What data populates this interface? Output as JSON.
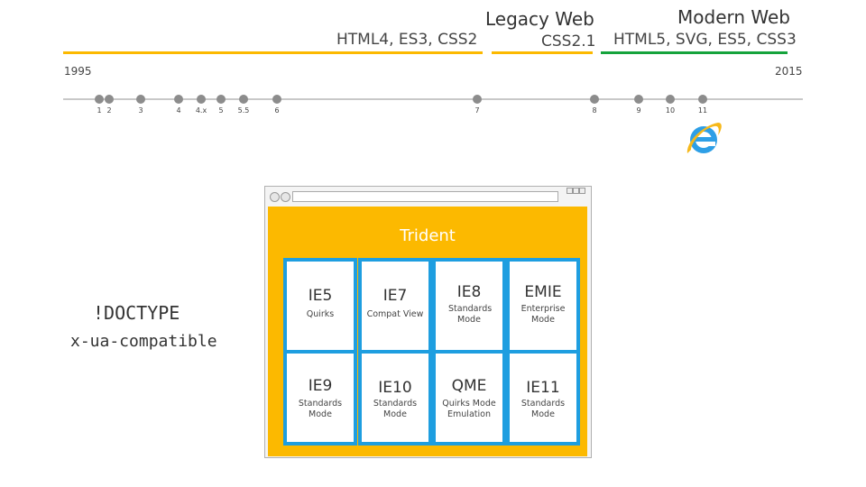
{
  "eras": {
    "legacy": {
      "title": "Legacy Web",
      "css": "CSS2.1",
      "html": "HTML4, ES3, CSS2",
      "colors": {
        "bar": "#fcb900"
      }
    },
    "modern": {
      "title": "Modern Web",
      "stack": "HTML5, SVG, ES5, CSS3",
      "colors": {
        "bar": "#15a33c"
      }
    }
  },
  "timeline": {
    "start_year": "1995",
    "end_year": "2015",
    "versions": [
      "1",
      "2",
      "3",
      "4",
      "4.x",
      "5",
      "5.5",
      "6",
      "7",
      "8",
      "9",
      "10",
      "11"
    ]
  },
  "left_labels": {
    "doctype": "!DOCTYPE",
    "ua": "x-ua-compatible"
  },
  "engine": {
    "title": "Trident",
    "modes": [
      {
        "name": "IE5",
        "desc": "Quirks"
      },
      {
        "name": "IE7",
        "desc": "Compat View"
      },
      {
        "name": "IE8",
        "desc": "Standards Mode"
      },
      {
        "name": "EMIE",
        "desc": "Enterprise Mode"
      },
      {
        "name": "IE9",
        "desc": "Standards Mode"
      },
      {
        "name": "IE10",
        "desc": "Standards Mode"
      },
      {
        "name": "QME",
        "desc": "Quirks Mode Emulation"
      },
      {
        "name": "IE11",
        "desc": "Standards Mode"
      }
    ],
    "colors": {
      "background": "#fcb900",
      "border": "#1e9ee0"
    }
  },
  "logo": {
    "icon": "internet-explorer-icon"
  }
}
